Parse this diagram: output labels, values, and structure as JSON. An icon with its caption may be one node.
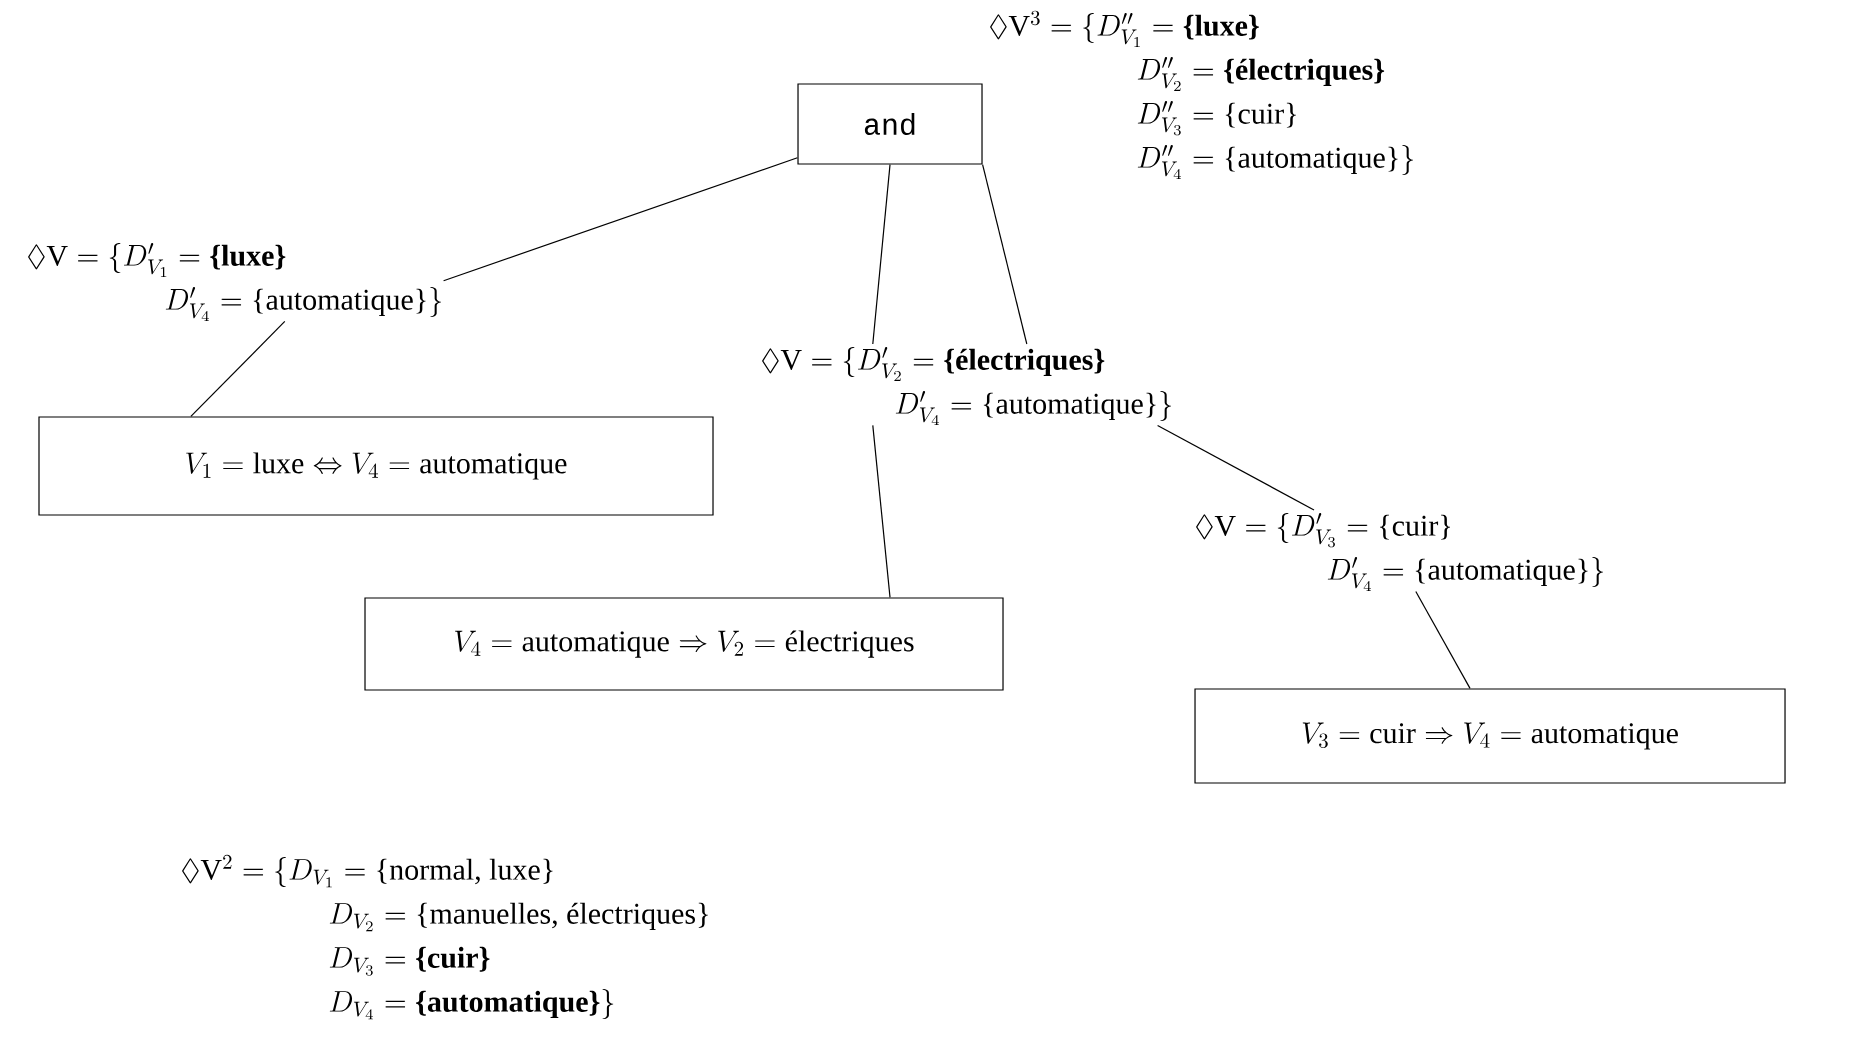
{
  "diagram": {
    "nodes": [
      {
        "text": [
          "and"
        ],
        "beside": [
          "\\Diamond\\mathrm{V}^3 = \\{D''_{V_1} = \\textbf{\\{luxe\\}}",
          "D''_{V_2} = \\textbf{\\{électriques\\}}",
          "D''_{V_3} = \\text{\\{cuir\\}}",
          "D''_{V_4} = \\text{\\{automatique\\}}\\}"
        ]
      },
      {
        "text": [
          "\\Diamond\\mathrm{V} = \\{D'_{V_1} = \\textbf{\\{luxe\\}}",
          "D'_{V_4} = \\text{\\{automatique\\}}\\}"
        ]
      },
      {
        "text": [
          "V_1 = \\text{luxe} \\Leftrightarrow V_4 = \\text{automatique}"
        ]
      },
      {
        "text": [
          "\\Diamond\\mathrm{V} = \\{D'_{V_2} = \\textbf{\\{électriques\\}}",
          "D'_{V_4} = \\text{\\{automatique\\}}\\}"
        ]
      },
      {
        "text": [
          "V_4 = \\text{automatique} \\Rightarrow V_2 = \\text{électriques}"
        ]
      },
      {
        "text": [
          "\\Diamond\\mathrm{V} = \\{D'_{V_3} = \\text{\\{cuir\\}}",
          "D'_{V_4} = \\text{\\{automatique\\}}\\}"
        ]
      },
      {
        "text": [
          "V_3 = \\text{cuir} \\Rightarrow V_4 = \\text{automatique}"
        ]
      }
    ],
    "edges": [
      {
        "from": 0,
        "to": 1,
        "arrow": "none"
      },
      {
        "from": 1,
        "to": 2,
        "arrow": "none"
      },
      {
        "from": 0,
        "to": 3,
        "arrow": "none"
      },
      {
        "from": 0,
        "to": 3,
        "arrow": "none"
      },
      {
        "from": 3,
        "to": 4,
        "arrow": "none"
      },
      {
        "from": 3,
        "to": 5,
        "arrow": "none"
      },
      {
        "from": 5,
        "to": 6,
        "arrow": "none"
      }
    ],
    "labels": [
      "\\Diamond\\mathrm{V}^2 = \\{D_{V_1} = \\text{\\{normal, luxe\\}}",
      "D_{V_2} = \\text{\\{manuelles, électriques\\}}",
      "D_{V_3} = \\textbf{\\{cuir\\}}",
      "D_{V_4} = \\textbf{\\{automatique\\}}\\}"
    ]
  }
}
